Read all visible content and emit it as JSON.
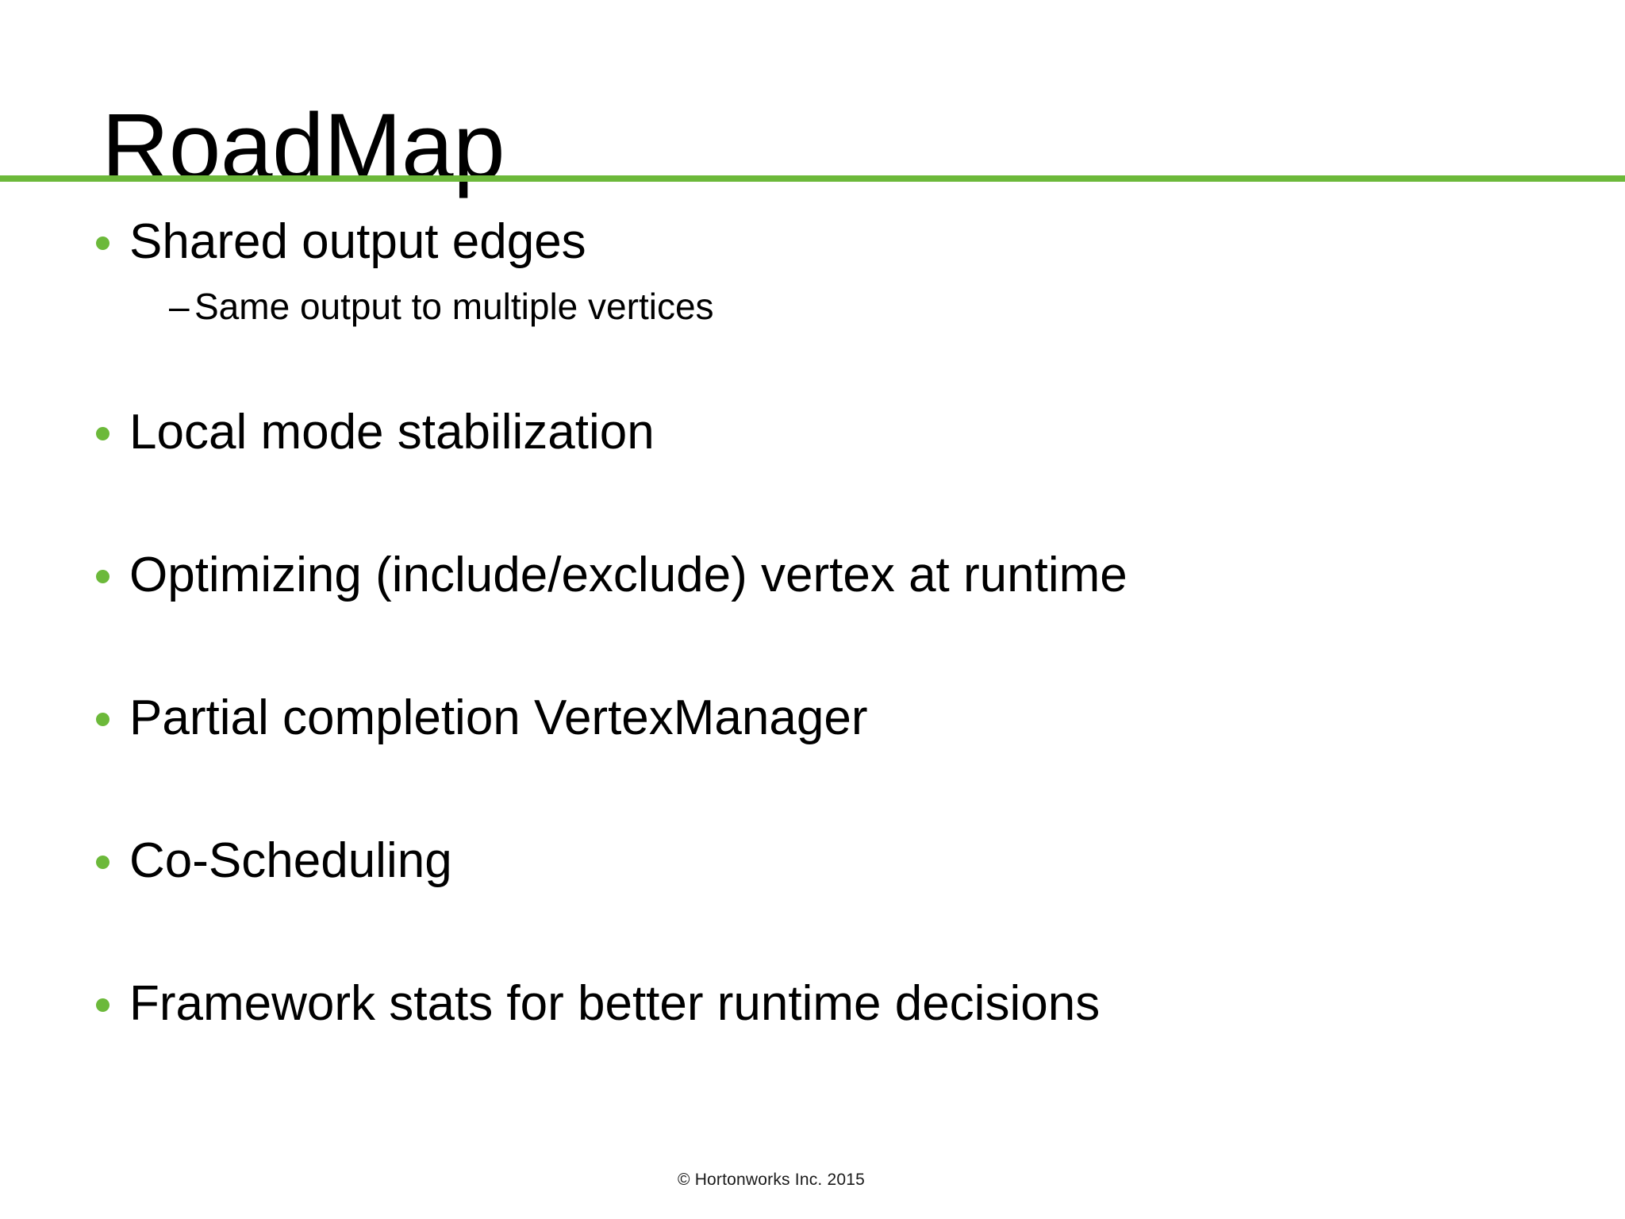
{
  "slide": {
    "title": "RoadMap",
    "accent_color": "#6CB93A",
    "background_color": "#ffffff",
    "text_color": "#000000",
    "bullet_glyph": "bullet-dot",
    "sub_bullet_glyph": "–"
  },
  "content": {
    "bullets": [
      {
        "text": "Shared output edges",
        "sub": [
          {
            "dash": "–",
            "text": "Same output to multiple vertices"
          }
        ]
      },
      {
        "text": "Local mode stabilization",
        "sub": []
      },
      {
        "text": "Optimizing (include/exclude) vertex at runtime",
        "sub": []
      },
      {
        "text": "Partial completion VertexManager",
        "sub": []
      },
      {
        "text": "Co-Scheduling",
        "sub": []
      },
      {
        "text": "Framework stats for better runtime decisions",
        "sub": []
      }
    ]
  },
  "footer": {
    "copyright": "© Hortonworks Inc. 2015"
  }
}
